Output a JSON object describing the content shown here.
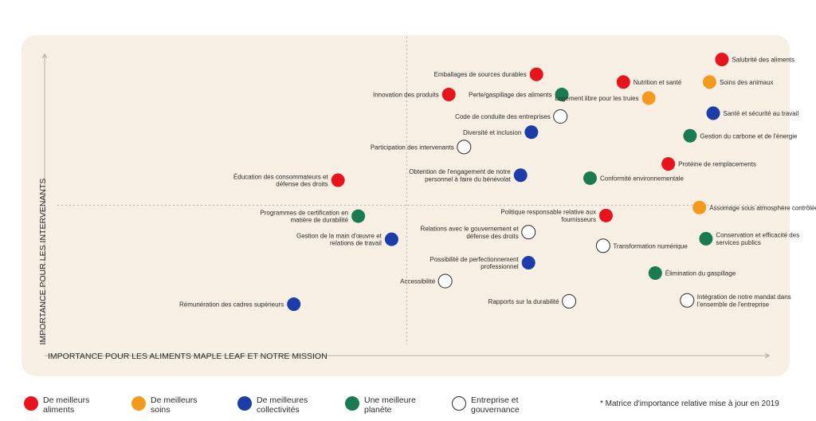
{
  "chart_data": {
    "type": "scatter",
    "xlabel": "IMPORTANCE POUR LES ALIMENTS MAPLE LEAF ET NOTRE MISSION",
    "ylabel": "IMPORTANCE POUR LES INTERVENANTS",
    "xlim": [
      0,
      100
    ],
    "ylim": [
      0,
      100
    ],
    "grid": false,
    "categories": [
      {
        "key": "aliments",
        "label": "De meilleurs aliments",
        "color": "#e8131b"
      },
      {
        "key": "soins",
        "label": "De meilleurs soins",
        "color": "#f39a1e"
      },
      {
        "key": "collectivites",
        "label": "De meilleures collectivités",
        "color": "#1c3ca8"
      },
      {
        "key": "planete",
        "label": "Une meilleure planète",
        "color": "#1a7a52"
      },
      {
        "key": "gouvernance",
        "label": "Entreprise et gouvernance",
        "color": "#ffffff"
      }
    ],
    "points": [
      {
        "label": "Salubrité des aliments",
        "category": "aliments",
        "x": 93.5,
        "y": 96.6,
        "label_side": "right"
      },
      {
        "label": "Soins des animaux",
        "category": "soins",
        "x": 91.8,
        "y": 89.0,
        "label_side": "right"
      },
      {
        "label": "Nutrition et santé",
        "category": "aliments",
        "x": 79.9,
        "y": 89.0,
        "label_side": "right"
      },
      {
        "label": "Emballages de sources durables",
        "category": "aliments",
        "x": 67.9,
        "y": 91.6,
        "label_side": "left"
      },
      {
        "label": "Innovation des produits",
        "category": "aliments",
        "x": 55.8,
        "y": 84.8,
        "label_side": "left"
      },
      {
        "label": "Perte/gaspillage des aliments",
        "category": "planete",
        "x": 71.4,
        "y": 84.8,
        "label_side": "left"
      },
      {
        "label": "Logement libre pour les truies",
        "category": "soins",
        "x": 83.4,
        "y": 83.6,
        "label_side": "left"
      },
      {
        "label": "Santé et sécurité au travail",
        "category": "collectivites",
        "x": 92.3,
        "y": 78.5,
        "label_side": "right"
      },
      {
        "label": "Code de conduite des entreprises",
        "category": "gouvernance",
        "x": 71.2,
        "y": 77.4,
        "label_side": "left"
      },
      {
        "label": "Diversité et inclusion",
        "category": "collectivites",
        "x": 67.2,
        "y": 72.1,
        "label_side": "left"
      },
      {
        "label": "Gestion du carbone et de l'énergie",
        "category": "planete",
        "x": 89.1,
        "y": 70.9,
        "label_side": "right"
      },
      {
        "label": "Participation des intervenants",
        "category": "gouvernance",
        "x": 57.9,
        "y": 67.1,
        "label_side": "left"
      },
      {
        "label": "Protéine de remplacements",
        "category": "aliments",
        "x": 86.1,
        "y": 61.4,
        "label_side": "right"
      },
      {
        "label": "Obtention de l'engagement de notre personnel à faire du bénévolat",
        "category": "collectivites",
        "x": 65.7,
        "y": 57.6,
        "label_side": "left"
      },
      {
        "label": "Conformité environnementale",
        "category": "planete",
        "x": 75.3,
        "y": 56.6,
        "label_side": "right"
      },
      {
        "label": "Éducation des consommateurs et défense des droits",
        "category": "aliments",
        "x": 40.5,
        "y": 55.9,
        "label_side": "left"
      },
      {
        "label": "Assomage sous atmosphère contrôlée",
        "category": "soins",
        "x": 90.4,
        "y": 46.7,
        "label_side": "right"
      },
      {
        "label": "Politique responsable relative aux fournisseurs",
        "category": "aliments",
        "x": 77.5,
        "y": 44.0,
        "label_side": "left"
      },
      {
        "label": "Programmes de certification en matière de durabilité",
        "category": "planete",
        "x": 43.3,
        "y": 43.8,
        "label_side": "left"
      },
      {
        "label": "Relations avec le gouvernement et défense des droits",
        "category": "gouvernance",
        "x": 66.8,
        "y": 38.4,
        "label_side": "left"
      },
      {
        "label": "Conservation et efficacité des services publics",
        "category": "planete",
        "x": 91.3,
        "y": 36.2,
        "label_side": "right"
      },
      {
        "label": "Gestion de la main d'œuvre et relations de travail",
        "category": "collectivites",
        "x": 47.9,
        "y": 36.0,
        "label_side": "left"
      },
      {
        "label": "Transformation numérique",
        "category": "gouvernance",
        "x": 77.1,
        "y": 33.8,
        "label_side": "right"
      },
      {
        "label": "Possibilité de perfectionnement professionnel",
        "category": "collectivites",
        "x": 66.8,
        "y": 28.1,
        "label_side": "left"
      },
      {
        "label": "Élimination du gaspillage",
        "category": "planete",
        "x": 84.3,
        "y": 24.6,
        "label_side": "right"
      },
      {
        "label": "Accessibilité",
        "category": "gouvernance",
        "x": 55.3,
        "y": 21.9,
        "label_side": "left"
      },
      {
        "label": "Intégration de notre mandat dans l'ensemble de l'entreprise",
        "category": "gouvernance",
        "x": 88.7,
        "y": 15.4,
        "label_side": "right"
      },
      {
        "label": "Rapports sur la durabilité",
        "category": "gouvernance",
        "x": 72.4,
        "y": 15.1,
        "label_side": "left"
      },
      {
        "label": "Rémunération des cadres supérieurs",
        "category": "collectivites",
        "x": 34.4,
        "y": 14.1,
        "label_side": "left"
      }
    ]
  },
  "legend": {
    "items": [
      {
        "line1": "De meilleurs",
        "line2": "aliments",
        "color": "#e8131b"
      },
      {
        "line1": "De meilleurs",
        "line2": "soins",
        "color": "#f39a1e"
      },
      {
        "line1": "De meilleures",
        "line2": "collectivités",
        "color": "#1c3ca8"
      },
      {
        "line1": "Une meilleure",
        "line2": "planète",
        "color": "#1a7a52"
      },
      {
        "line1": "Entreprise et",
        "line2": "gouvernance",
        "color": "#ffffff"
      }
    ],
    "note": "* Matrice d'importance relative mise à jour en 2019"
  }
}
